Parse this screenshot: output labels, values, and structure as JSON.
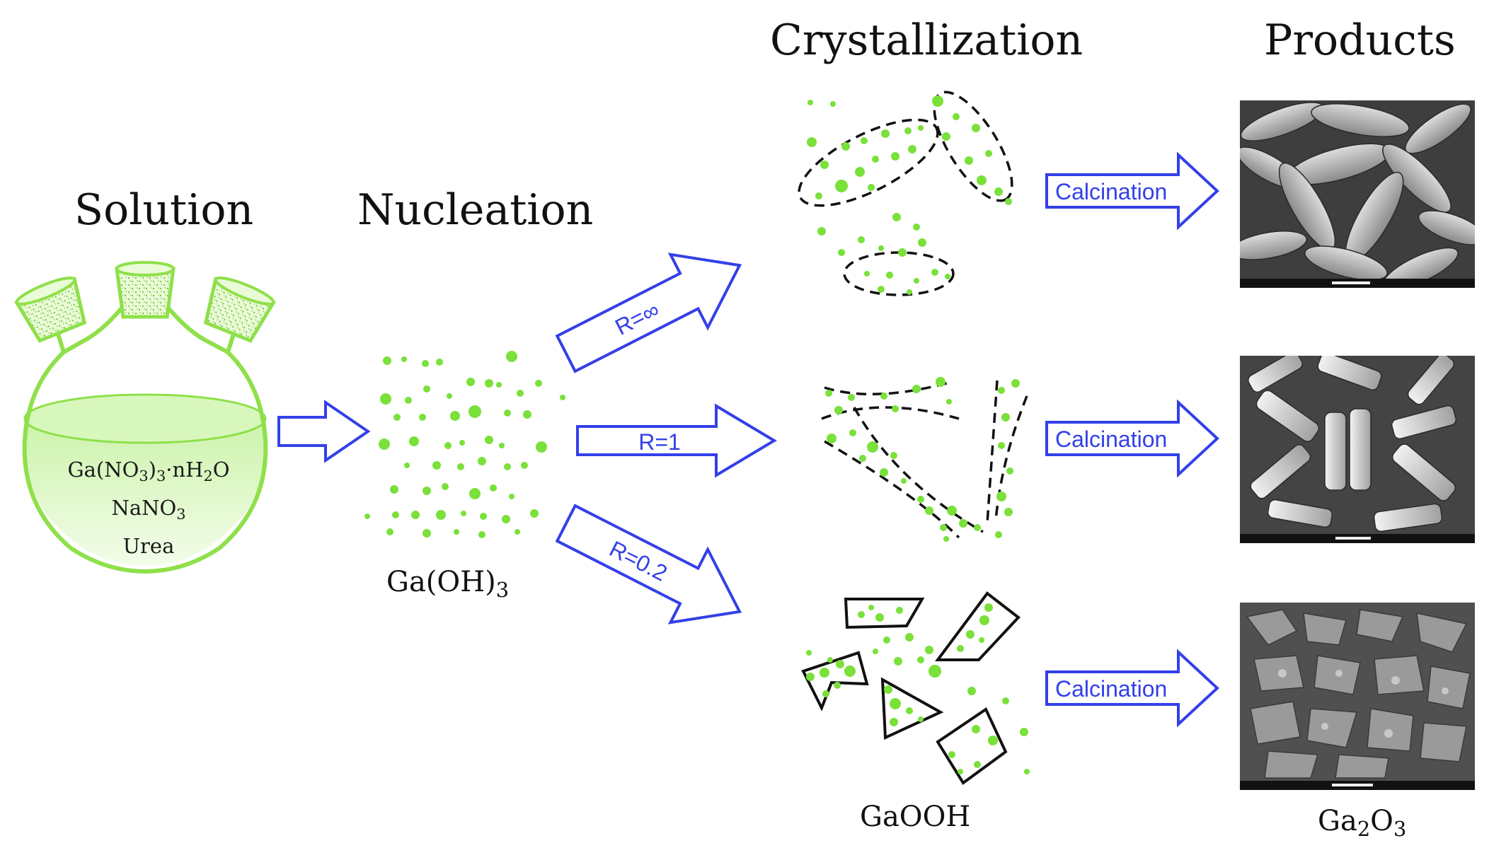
{
  "headers": {
    "solution": "Solution",
    "nucleation": "Nucleation",
    "crystallization": "Crystallization",
    "products": "Products"
  },
  "flask": {
    "line1": {
      "a": "Ga(NO",
      "b": "3",
      "c": ")",
      "d": "3",
      "e": "·nH",
      "f": "2",
      "g": "O"
    },
    "line2": {
      "a": "NaNO",
      "b": "3"
    },
    "line3": "Urea"
  },
  "nucleation_product": {
    "a": "Ga(OH)",
    "b": "3"
  },
  "crystallization_product": "GaOOH",
  "final_product": {
    "a": "Ga",
    "b": "2",
    "c": "O",
    "d": "3"
  },
  "pathways": [
    {
      "ratio_label": "R=∞",
      "step_label": "Calcination"
    },
    {
      "ratio_label": "R=1",
      "step_label": "Calcination"
    },
    {
      "ratio_label": "R=0.2",
      "step_label": "Calcination"
    }
  ],
  "colors": {
    "particle_green": "#7ae03a",
    "flask_green": "#8fe04a",
    "arrow_blue": "#3340e8",
    "outline_black": "#111111"
  }
}
